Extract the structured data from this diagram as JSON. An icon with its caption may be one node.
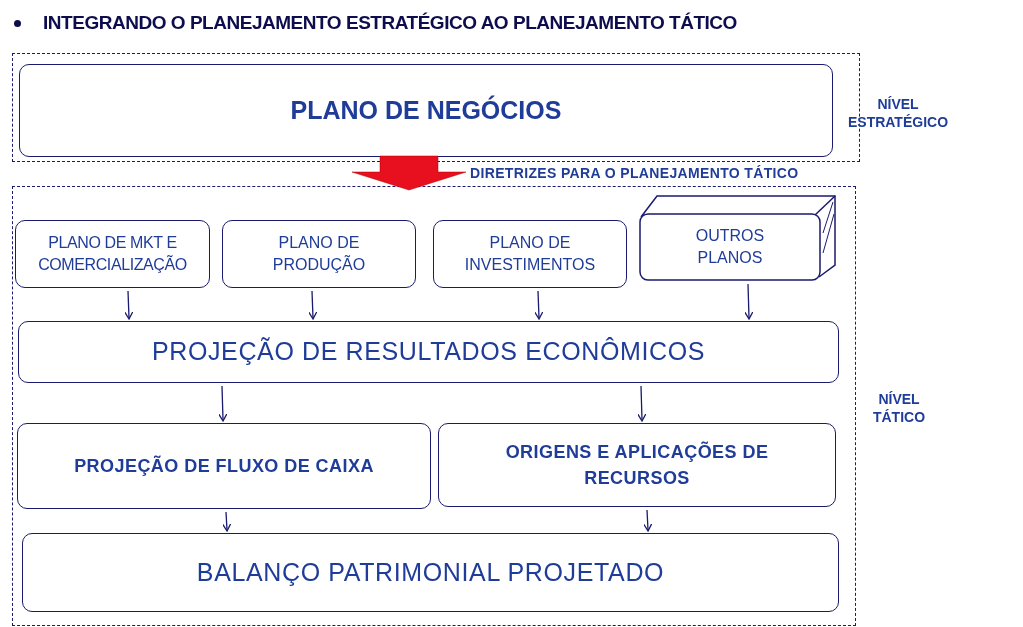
{
  "diagram": {
    "title": "INTEGRANDO O PLANEJAMENTO ESTRATÉGICO AO PLANEJAMENTO TÁTICO",
    "nodes": [
      {
        "text": [],
        "shape": "box",
        "beside": [
          "NÍVEL ESTRATÉGICO"
        ]
      },
      {
        "text": [
          "PLANO DE NEGÓCIOS"
        ],
        "in": 0
      },
      {
        "text": [],
        "shape": "box",
        "beside": [
          "NÍVEL TÁTICO"
        ]
      },
      {
        "text": [
          "PLANO DE MKT E COMERCIALIZAÇÃO"
        ],
        "in": 2
      },
      {
        "text": [
          "PLANO DE PRODUÇÃO"
        ],
        "in": 2
      },
      {
        "text": [
          "PLANO DE INVESTIMENTOS"
        ],
        "in": 2
      },
      {
        "text": [
          "OUTROS PLANOS"
        ],
        "in": 2
      },
      {
        "text": [
          "PROJEÇÃO DE RESULTADOS ECONÔMICOS"
        ],
        "in": 2
      },
      {
        "text": [
          "PROJEÇÃO DE FLUXO DE CAIXA"
        ],
        "in": 2
      },
      {
        "text": [
          "ORIGENS E APLICAÇÕES DE RECURSOS"
        ],
        "in": 2
      },
      {
        "text": [
          "BALANÇO PATRIMONIAL PROJETADO"
        ],
        "in": 2
      }
    ],
    "edges": [
      {
        "from": 0,
        "to": 2,
        "arrow": "to",
        "label": "DIRETRIZES PARA O PLANEJAMENTO TÁTICO",
        "style": "thick",
        "color": "#e8101e"
      },
      {
        "from": 3,
        "to": 7,
        "arrow": "to"
      },
      {
        "from": 4,
        "to": 7,
        "arrow": "to"
      },
      {
        "from": 5,
        "to": 7,
        "arrow": "to"
      },
      {
        "from": 6,
        "to": 7,
        "arrow": "to"
      },
      {
        "from": 7,
        "to": 8,
        "arrow": "to"
      },
      {
        "from": 7,
        "to": 9,
        "arrow": "to"
      },
      {
        "from": 8,
        "to": 10,
        "arrow": "to"
      },
      {
        "from": 9,
        "to": 10,
        "arrow": "to"
      }
    ]
  }
}
